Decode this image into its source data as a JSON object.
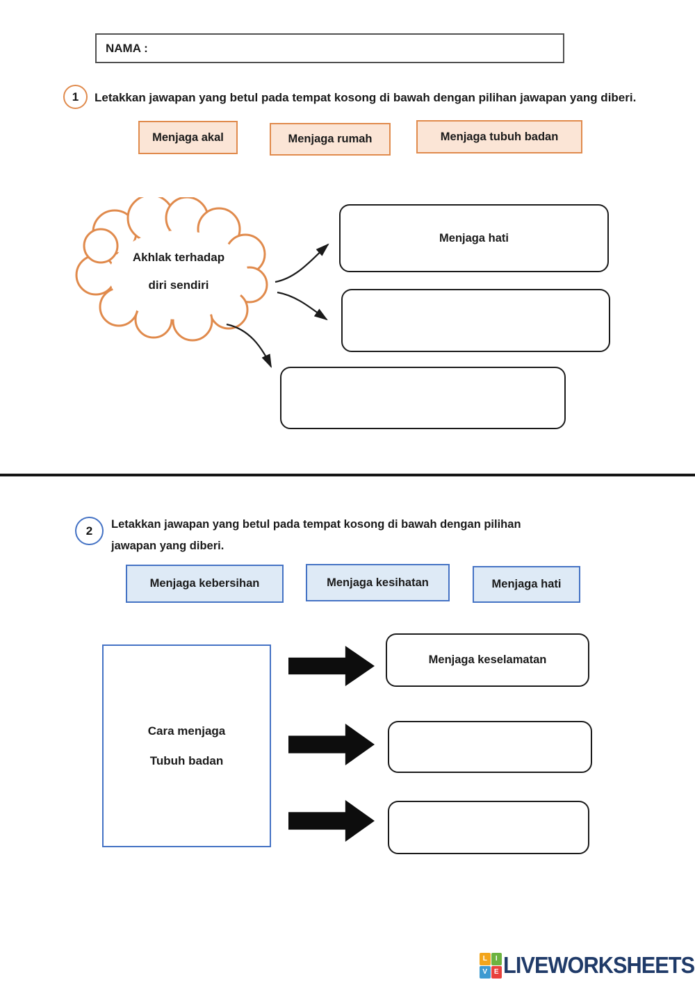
{
  "name_box": {
    "label": "NAMA :"
  },
  "q1": {
    "number": "1",
    "instruction": "Letakkan jawapan yang betul pada tempat kosong di bawah dengan pilihan jawapan yang diberi.",
    "choices": [
      "Menjaga akal",
      "Menjaga rumah",
      "Menjaga tubuh badan"
    ],
    "cloud": {
      "line1": "Akhlak terhadap",
      "line2": "diri sendiri"
    },
    "answers": [
      "Menjaga hati",
      "",
      ""
    ]
  },
  "q2": {
    "number": "2",
    "instruction_line1": "Letakkan jawapan yang betul pada tempat kosong di bawah dengan pilihan",
    "instruction_line2": "jawapan yang diberi.",
    "choices": [
      "Menjaga kebersihan",
      "Menjaga kesihatan",
      "Menjaga hati"
    ],
    "source": {
      "line1": "Cara menjaga",
      "line2": "Tubuh badan"
    },
    "answers": [
      "Menjaga keselamatan",
      "",
      ""
    ]
  },
  "footer": {
    "logo_text": "LIVEWORKSHEETS",
    "logo_tiles": [
      {
        "letter": "L",
        "color": "#F2A51C"
      },
      {
        "letter": "I",
        "color": "#6CB33F"
      },
      {
        "letter": "V",
        "color": "#3D9AD1"
      },
      {
        "letter": "E",
        "color": "#E8413C"
      }
    ]
  },
  "colors": {
    "q1_accent": "#E08A4C",
    "q1_fill": "#FBE5D6",
    "q2_accent": "#4472C4",
    "q2_fill": "#DEEAF6",
    "slot_border": "#1a1a1a",
    "logo_blue": "#1F3A68"
  }
}
